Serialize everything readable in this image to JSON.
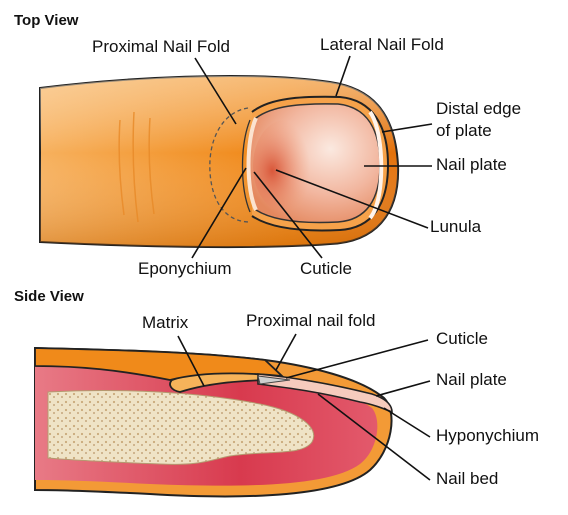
{
  "top_view": {
    "heading": "Top View",
    "labels": {
      "proximal_nail_fold": "Proximal Nail Fold",
      "lateral_nail_fold": "Lateral Nail Fold",
      "distal_edge_line1": "Distal edge",
      "distal_edge_line2": "of plate",
      "nail_plate": "Nail plate",
      "lunula": "Lunula",
      "eponychium": "Eponychium",
      "cuticle": "Cuticle"
    }
  },
  "side_view": {
    "heading": "Side View",
    "labels": {
      "matrix": "Matrix",
      "proximal_nail_fold": "Proximal nail fold",
      "cuticle": "Cuticle",
      "nail_plate": "Nail plate",
      "hyponychium": "Hyponychium",
      "nail_bed": "Nail bed"
    }
  },
  "colors": {
    "skin_orange": "#f08a1a",
    "skin_light": "#fbd7a8",
    "nail_pink": "#f4b8a6",
    "flesh_red": "#d9344a",
    "bone": "#eadcb8",
    "outline": "#222222"
  }
}
